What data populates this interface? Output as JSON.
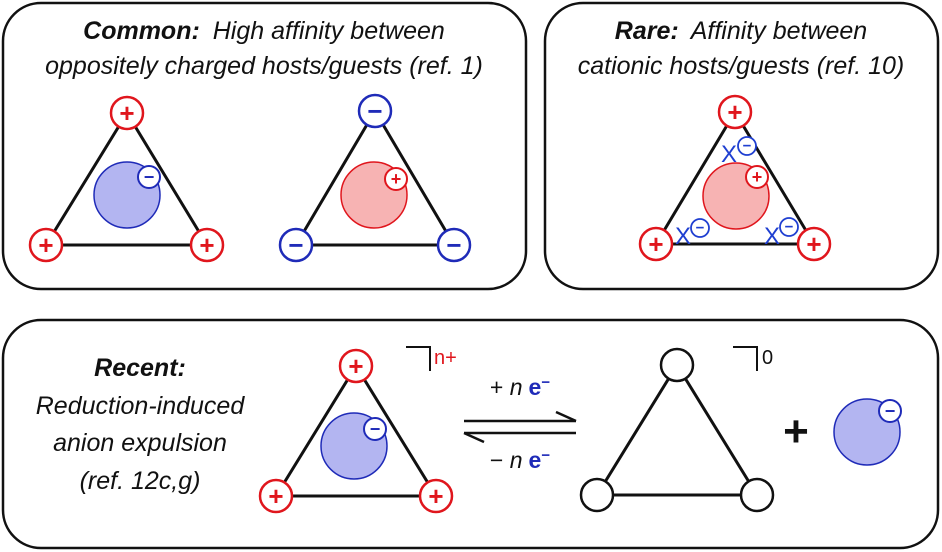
{
  "panels": {
    "common": {
      "heading": "Common:",
      "line1": "High affinity between",
      "line2": "oppositely charged hosts/guests (ref. 1)"
    },
    "rare": {
      "heading": "Rare:",
      "line1": "Affinity between",
      "line2": "cationic hosts/guests (ref. 10)"
    },
    "recent": {
      "heading": "Recent:",
      "line1": "Reduction-induced",
      "line2": "anion expulsion",
      "line3": "(ref. 12c,g)"
    }
  },
  "symbols": {
    "plus": "+",
    "minus": "−",
    "counter_anion": "X"
  },
  "reaction": {
    "forward_prefix": "+ ",
    "forward_n": "n",
    "forward_e": "e",
    "reverse_prefix": "− ",
    "reverse_n": "n",
    "reverse_e": "e",
    "charge_reactant": "n+",
    "charge_product": "0",
    "plus_sign": "+"
  },
  "colors": {
    "cation": "#e0161d",
    "anion": "#1f2bb8",
    "cation_fill": "#f7b3b3",
    "anion_fill": "#b3b5f1",
    "counter_ion": "#1f3fd1"
  }
}
